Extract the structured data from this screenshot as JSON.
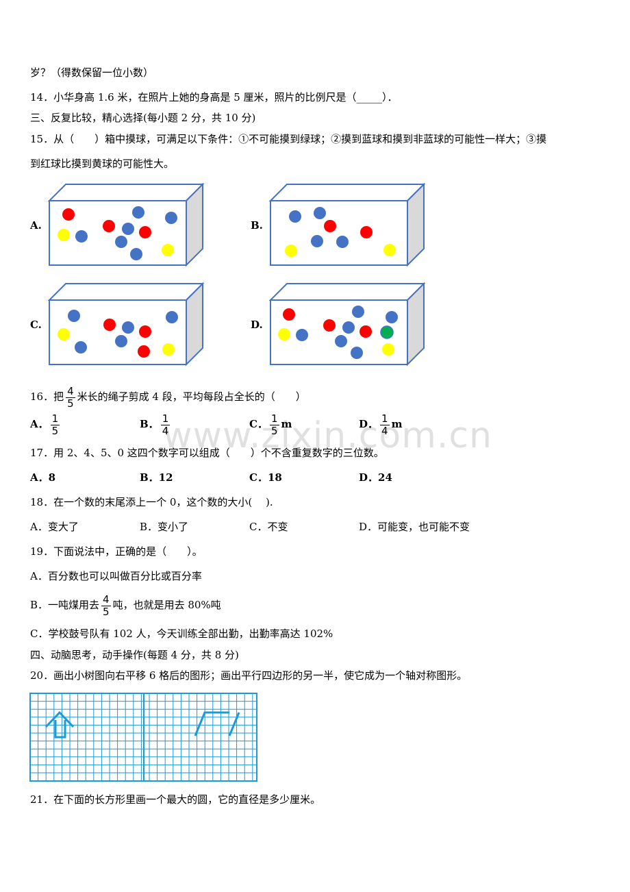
{
  "line_top": "岁？（得数保留一位小数）",
  "q14": "14．小华身高 1.6 米，在照片上她的身高是 5 厘米，照片的比例尺是（_____）．",
  "sec3": "三、反复比较，精心选择(每小题 2 分，共 10 分)",
  "q15_a": "15．从（　　）箱中摸球，可满足以下条件：①不可能摸到绿球；②摸到蓝球和摸到非蓝球的可能性一样大；③摸",
  "q15_b": "到红球比摸到黄球的可能性大。",
  "q15_options": [
    "A.",
    "B.",
    "C.",
    "D."
  ],
  "q16_pre": "16．把",
  "q16_frac": {
    "num": "4",
    "den": "5"
  },
  "q16_post": "米长的绳子剪成 4 段，平均每段占全长的（　　）",
  "q16_options": [
    {
      "label": "A．",
      "num": "1",
      "den": "5",
      "unit": ""
    },
    {
      "label": "B．",
      "num": "1",
      "den": "4",
      "unit": ""
    },
    {
      "label": "C．",
      "num": "1",
      "den": "5",
      "unit": "m"
    },
    {
      "label": "D．",
      "num": "1",
      "den": "4",
      "unit": "m"
    }
  ],
  "q17": "17．用 2、4、5、0 这四个数字可以组成（　　）个不含重复数字的三位数。",
  "q17_options": [
    "A．8",
    "B．12",
    "C．18",
    "D．24"
  ],
  "q18": "18．在一个数的末尾添上一个 0，这个数的大小(　 ).",
  "q18_options": [
    "A．变大了",
    "B．变小了",
    "C．不变",
    "D．可能变，也可能不变"
  ],
  "q19": "19．下面说法中，正确的是（　　）。",
  "q19_a": "A．百分数也可以叫做百分比或百分率",
  "q19_b_pre": "B．一吨煤用去",
  "q19_b_frac": {
    "num": "4",
    "den": "5"
  },
  "q19_b_post": "吨，也就是用去 80%吨",
  "q19_c": "C．学校鼓号队有 102 人，今天训练全部出勤，出勤率高达 102%",
  "sec4": "四、动脑思考，动手操作(每题 4 分，共 8 分)",
  "q20": "20．画出小树图向右平移 6 格后的图形；画出平行四边形的另一半，使它成为一个轴对称图形。",
  "q21": "21．在下面的长方形里画一个最大的圆，它的直径是多少厘米。",
  "watermark": "www.zixin.com.cn",
  "colors": {
    "red": "#ff0000",
    "blue": "#4472c4",
    "yellow": "#ffff00",
    "green": "#00b050",
    "grid": "#1a9ad6"
  }
}
